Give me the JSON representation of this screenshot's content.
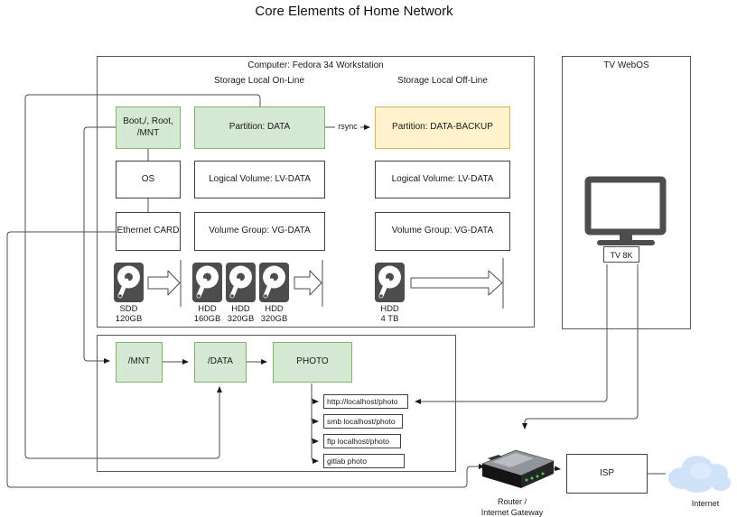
{
  "title": "Core Elements of Home Network",
  "computer": {
    "label": "Computer: Fedora 34 Workstation",
    "online_label": "Storage Local On-Line",
    "offline_label": "Storage Local Off-Line",
    "boot": "Boot,/, Root,\n/MNT",
    "partition_data": "Partition: DATA",
    "partition_backup": "Partition: DATA-BACKUP",
    "rsync_label": "rsync",
    "os": "OS",
    "ethernet": "Ethernet CARD",
    "lv_online": "Logical Volume: LV-DATA",
    "vg_online": "Volume Group: VG-DATA",
    "lv_offline": "Logical Volume: LV-DATA",
    "vg_offline": "Volume Group: VG-DATA",
    "disks_online": [
      {
        "label": "SDD\n120GB"
      },
      {
        "label": "HDD\n160GB"
      },
      {
        "label": "HDD\n320GB"
      },
      {
        "label": "HDD\n320GB"
      }
    ],
    "disk_offline": "HDD\n4 TB"
  },
  "tv": {
    "label": "TV WebOS",
    "screen_label": "TV 8K"
  },
  "directories": {
    "mnt": "/MNT",
    "data": "/DATA",
    "photo": "PHOTO",
    "links": [
      "http://localhost/photo",
      "smb localhost/photo",
      "ftp localhost/photo",
      "gitlab photo"
    ]
  },
  "network": {
    "router_label": "Router /\nInternet Gateway",
    "isp_label": "ISP",
    "internet_label": "Internet"
  },
  "colors": {
    "green_fill": "#d5e8d4",
    "green_border": "#82b366",
    "yellow_fill": "#fff2cc",
    "yellow_border": "#d6b656",
    "line": "#4d4d4d",
    "icon_gray": "#4d4d4d",
    "cloud_blue": "#cfe2f7",
    "led_green": "#44cc55"
  }
}
